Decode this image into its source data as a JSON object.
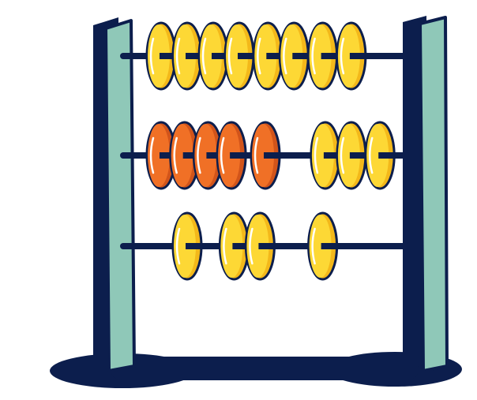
{
  "illustration": {
    "subject": "abacus-icon",
    "colors": {
      "frame_dark": "#0c1e4d",
      "frame_light": "#8fc8b8",
      "rod": "#0c1e4d",
      "bead_yellow": "#fdd835",
      "bead_yellow_shade": "#f3b81a",
      "bead_orange": "#f07026",
      "bead_orange_shade": "#d2541a",
      "outline": "#0c1e4d",
      "background": "#ffffff"
    },
    "rows": [
      {
        "row": 1,
        "beads": [
          {
            "color": "yellow",
            "position": 0.0
          },
          {
            "color": "yellow",
            "position": 0.1
          },
          {
            "color": "yellow",
            "position": 0.2
          },
          {
            "color": "yellow",
            "position": 0.3
          },
          {
            "color": "yellow",
            "position": 0.41
          },
          {
            "color": "yellow",
            "position": 0.51
          },
          {
            "color": "yellow",
            "position": 0.62
          },
          {
            "color": "yellow",
            "position": 0.73
          }
        ]
      },
      {
        "row": 2,
        "beads": [
          {
            "color": "orange",
            "position": 0.0
          },
          {
            "color": "orange",
            "position": 0.09
          },
          {
            "color": "orange",
            "position": 0.18
          },
          {
            "color": "orange",
            "position": 0.27
          },
          {
            "color": "orange",
            "position": 0.4
          },
          {
            "color": "yellow",
            "position": 0.63
          },
          {
            "color": "yellow",
            "position": 0.73
          },
          {
            "color": "yellow",
            "position": 0.84
          }
        ]
      },
      {
        "row": 3,
        "beads": [
          {
            "color": "yellow",
            "position": 0.1
          },
          {
            "color": "yellow",
            "position": 0.28
          },
          {
            "color": "yellow",
            "position": 0.38
          },
          {
            "color": "yellow",
            "position": 0.62
          }
        ]
      }
    ]
  }
}
